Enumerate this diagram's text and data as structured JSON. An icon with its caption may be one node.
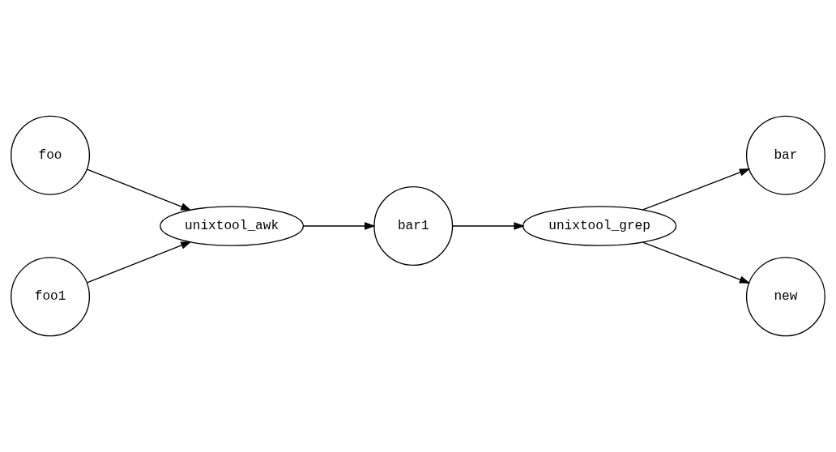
{
  "diagram": {
    "nodes": [
      {
        "text": [
          "foo"
        ]
      },
      {
        "text": [
          "foo1"
        ]
      },
      {
        "text": [
          "unixtool_awk"
        ]
      },
      {
        "text": [
          "bar1"
        ]
      },
      {
        "text": [
          "unixtool_grep"
        ]
      },
      {
        "text": [
          "bar"
        ]
      },
      {
        "text": [
          "new"
        ]
      }
    ],
    "edges": [
      {
        "from": 0,
        "to": 2,
        "arrow": "to"
      },
      {
        "from": 1,
        "to": 2,
        "arrow": "to"
      },
      {
        "from": 2,
        "to": 3,
        "arrow": "to"
      },
      {
        "from": 3,
        "to": 4,
        "arrow": "to"
      },
      {
        "from": 4,
        "to": 5,
        "arrow": "to"
      },
      {
        "from": 4,
        "to": 6,
        "arrow": "to"
      }
    ]
  }
}
